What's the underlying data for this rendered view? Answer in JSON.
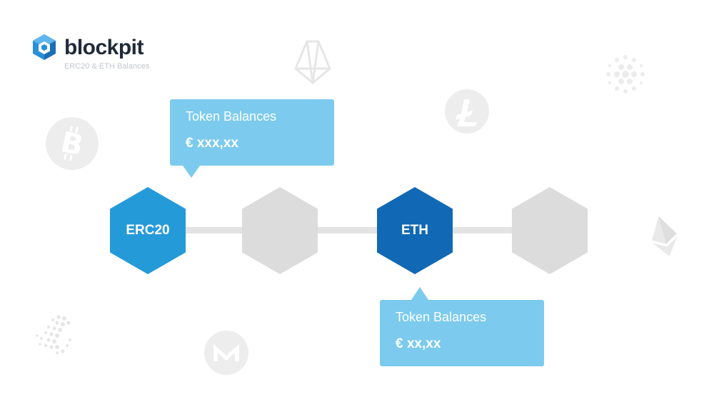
{
  "brand": {
    "name": "blockpit",
    "subtitle": "ERC20 & ETH Balances",
    "icon": "blockpit-cube-icon"
  },
  "colors": {
    "erc20_node": "#259ad9",
    "eth_node": "#1168b4",
    "inactive_node": "#dcdcdc",
    "connector": "#e3e3e3",
    "tooltip": "#7ccbee",
    "background_icons": "#ececec"
  },
  "chain": {
    "nodes": [
      {
        "label": "ERC20",
        "state": "active"
      },
      {
        "label": "",
        "state": "inactive"
      },
      {
        "label": "ETH",
        "state": "active"
      },
      {
        "label": "",
        "state": "inactive"
      }
    ]
  },
  "tooltips": {
    "erc20": {
      "title": "Token Balances",
      "value": "€ xxx,xx"
    },
    "eth": {
      "title": "Token Balances",
      "value": "€ xx,xx"
    }
  },
  "background_icons": [
    "eos-icon",
    "cardano-icon",
    "litecoin-icon",
    "bitcoin-icon",
    "ethereum-icon",
    "iota-icon",
    "monero-icon"
  ]
}
